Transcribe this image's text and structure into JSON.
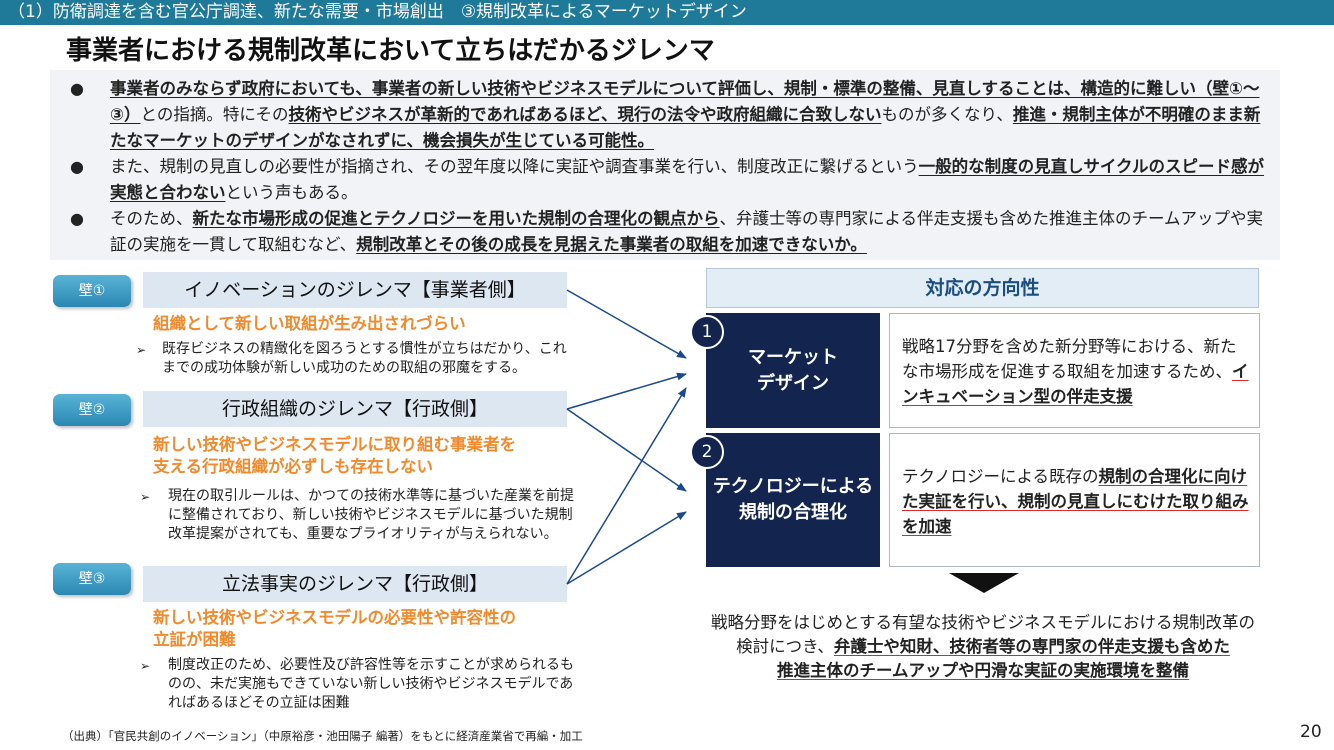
{
  "header": {
    "section": "（1）防衛調達を含む官公庁調達、新たな需要・市場創出　③規制改革によるマーケットデザイン",
    "title": "事業者における規制改革において立ちはだかるジレンマ"
  },
  "summary": {
    "b1": {
      "s1": "事業者のみならず政府においても、事業者の新しい技術やビジネスモデルについて評価し、規制・標準の整備、見直しすることは、構造的に難しい（壁①～③）",
      "s2": "との指摘。特にその",
      "s3": "技術やビジネスが革新的であればあるほど、現行の法令や政府組織に合致しない",
      "s4": "ものが多くなり、",
      "s5": "推進・規制主体が不明確のまま新たなマーケットのデザインがなされずに、機会損失が生じている可能性。"
    },
    "b2": {
      "s1": "また、規制の見直しの必要性が指摘され、その翌年度以降に実証や調査事業を行い、制度改正に繋げるという",
      "s2": "一般的な制度の見直しサイクルのスピード感が実態と合わない",
      "s3": "という声もある。"
    },
    "b3": {
      "s1": "そのため、",
      "s2": "新たな市場形成の促進とテクノロジーを用いた規制の合理化の観点から",
      "s3": "、弁護士等の専門家による伴走支援も含めた推進主体のチームアップや実証の実施を一貫して取組むなど、",
      "s4": "規制改革とその後の成長を見据えた事業者の取組を加速できないか。"
    }
  },
  "walls": [
    {
      "tag": "壁①",
      "title": "イノベーションのジレンマ【事業者側】",
      "issue": "組織として新しい取組が生み出されづらい",
      "note": "既存ビジネスの精緻化を図ろうとする慣性が立ちはだかり、これまでの成功体験が新しい成功のための取組の邪魔をする。"
    },
    {
      "tag": "壁②",
      "title": "行政組織のジレンマ【行政側】",
      "issue_l1": "新しい技術やビジネスモデルに取り組む事業者を",
      "issue_l2": "支える行政組織が必ずしも存在しない",
      "note": "現在の取引ルールは、かつての技術水準等に基づいた産業を前提に整備されており、新しい技術やビジネスモデルに基づいた規制改革提案がされても、重要なプライオリティが与えられない。"
    },
    {
      "tag": "壁③",
      "title": "立法事実のジレンマ【行政側】",
      "issue_l1": "新しい技術やビジネスモデルの必要性や許容性の",
      "issue_l2": "立証が困難",
      "note": "制度改正のため、必要性及び許容性等を示すことが求められるものの、未だ実施もできていない新しい技術やビジネスモデルであればあるほどその立証は困難"
    }
  ],
  "bullet_marker": "➢",
  "direction": {
    "header": "対応の方向性",
    "items": [
      {
        "num": "1",
        "label_l1": "マーケット",
        "label_l2": "デザイン",
        "desc": "戦略17分野を含めた新分野等における、新たな市場形成を促進する取組を加速するため、",
        "desc_em": "インキュベーション型の伴走支援"
      },
      {
        "num": "2",
        "label_l1": "テクノロジーによる",
        "label_l2": "規制の合理化",
        "desc": "テクノロジーによる既存の",
        "desc_em": "規制の合理化に向けた実証を行い、規制の見直しにむけた取り組みを加速"
      }
    ]
  },
  "conclusion": {
    "l1": "戦略分野をはじめとする有望な技術やビジネスモデルにおける規制改革の",
    "l2": "検討につき、",
    "l2_em": "弁護士や知財、技術者等の専門家の伴走支援も含めた",
    "l3_em": "推進主体のチームアップや円滑な実証の実施環境を整備"
  },
  "footer": {
    "source": "（出典）「官民共創のイノベーション」（中原裕彦・池田陽子 編著）をもとに経済産業省で再編・加工",
    "page": "20"
  },
  "colors": {
    "header_bar": "#1f7a99",
    "navy": "#13254f",
    "orange": "#f08a2c",
    "arrow": "#1a4a8a",
    "underline_red": "#d62b2b"
  }
}
